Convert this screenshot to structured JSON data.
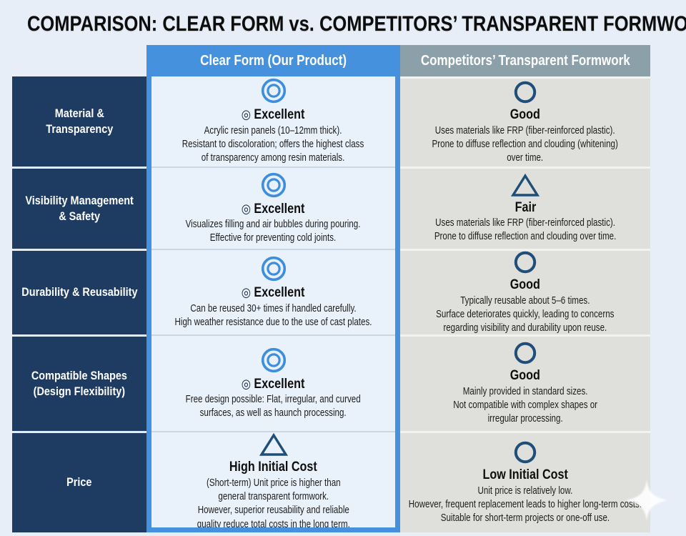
{
  "title": "COMPARISON: CLEAR FORM vs. COMPETITORS’ TRANSPARENT FORMWORK",
  "columns": {
    "ours": "Clear Form (Our Product)",
    "competitors": "Competitors’ Transparent Formwork"
  },
  "colors": {
    "page_bg": "#e8eef7",
    "accent_blue": "#4691dd",
    "header_gray": "#8ca0aa",
    "label_navy": "#1e3c62",
    "ours_cell_bg": "#e9f1fa",
    "competitor_cell_bg": "#dfdfdb",
    "icon_blue": "#3e8ede",
    "icon_navy": "#1f4e79"
  },
  "icon_legend": {
    "double-circle-icon": "Excellent",
    "circle-icon": "Good",
    "triangle-icon": "Fair / caution"
  },
  "rows": [
    {
      "label": "Material &\nTransparency",
      "ours": {
        "icon": "double-circle-icon",
        "rating_prefix": "◎",
        "rating": "Excellent",
        "desc": "Acrylic resin panels (10–12mm thick).\nResistant to discoloration; offers the highest class\nof transparency among resin materials."
      },
      "competitors": {
        "icon": "circle-icon",
        "rating": "Good",
        "desc": "Uses materials like FRP (fiber-reinforced plastic).\nProne to diffuse reflection and clouding (whitening)\nover time."
      }
    },
    {
      "label": "Visibility Management\n& Safety",
      "ours": {
        "icon": "double-circle-icon",
        "rating_prefix": "◎",
        "rating": "Excellent",
        "desc": "Visualizes filling and air bubbles during pouring.\nEffective for preventing cold joints."
      },
      "competitors": {
        "icon": "triangle-icon",
        "rating": "Fair",
        "desc": "Uses materials like FRP (fiber-reinforced plastic).\nProne to diffuse reflection and clouding over time."
      }
    },
    {
      "label": "Durability & Reusability",
      "ours": {
        "icon": "double-circle-icon",
        "rating_prefix": "◎",
        "rating": "Excellent",
        "desc": "Can be reused 30+ times if handled carefully.\nHigh weather resistance due to the use of cast plates."
      },
      "competitors": {
        "icon": "circle-icon",
        "rating": "Good",
        "desc": "Typically reusable about 5–6 times.\nSurface deteriorates quickly, leading to concerns\nregarding visibility and durability upon reuse."
      }
    },
    {
      "label": "Compatible Shapes\n(Design Flexibility)",
      "ours": {
        "icon": "double-circle-icon",
        "rating_prefix": "◎",
        "rating": "Excellent",
        "desc": "Free design possible: Flat, irregular, and curved\nsurfaces, as well as haunch processing."
      },
      "competitors": {
        "icon": "circle-icon",
        "rating": "Good",
        "desc": "Mainly provided in standard sizes.\nNot compatible with complex shapes or\nirregular processing."
      }
    },
    {
      "label": "Price",
      "ours": {
        "icon": "triangle-icon",
        "rating": "High Initial Cost",
        "desc": "(Short-term) Unit price is higher than\ngeneral transparent formwork.\nHowever, superior reusability and reliable\nquality reduce total costs in the long term."
      },
      "competitors": {
        "icon": "circle-icon",
        "rating": "Low Initial Cost",
        "desc": "Unit price is relatively low.\nHowever, frequent replacement leads to higher long-term costs.\nSuitable for short-term projects or one-off use."
      }
    }
  ]
}
